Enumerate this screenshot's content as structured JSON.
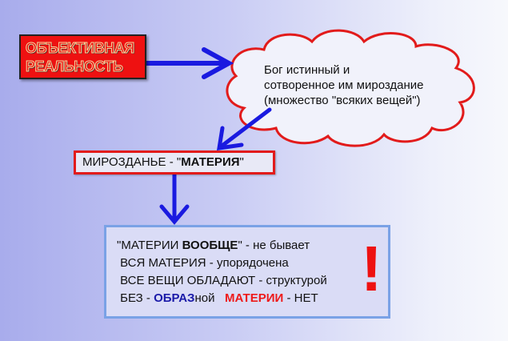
{
  "objective_reality": {
    "line1": "ОБЪЕКТИВНАЯ",
    "line2": "РЕАЛЬНОСТЬ"
  },
  "cloud": {
    "line1": "Бог истинный и",
    "line2": "сотворенное им мироздание",
    "line3": "(множество \"всяких вещей\")"
  },
  "matter_box": {
    "prefix": "МИРОЗДАНЬЕ - \"",
    "bold": "МАТЕРИЯ",
    "suffix": "\""
  },
  "statements": {
    "l1_a": "\"МАТЕРИИ ",
    "l1_b": "ВООБЩЕ",
    "l1_c": "\" - не бывает",
    "l2": " ВСЯ МАТЕРИЯ - упорядочена",
    "l3": " ВСЕ ВЕЩИ ОБЛАДАЮТ - структурой",
    "l4_a": " БЕЗ - ",
    "l4_b": "ОБРАЗ",
    "l4_c": "ной   ",
    "l4_d": "МАТЕРИИ",
    "l4_e": " - НЕТ",
    "exclamation": "!"
  },
  "colors": {
    "arrow": "#1a1ae0",
    "red": "#ee1111",
    "box_border": "#7aa2e6"
  }
}
